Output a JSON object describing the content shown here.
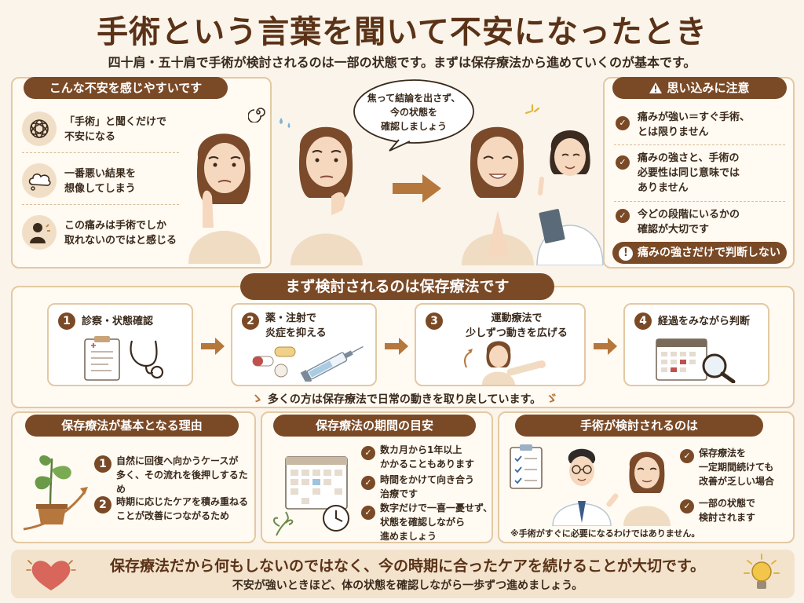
{
  "title": "手術という言葉を聞いて不安になったとき",
  "subtitle": "四十肩・五十肩で手術が検討されるのは一部の状態です。まずは保存療法から進めていくのが基本です。",
  "anxiety": {
    "header": "こんな不安を感じやすいです",
    "items": [
      {
        "text": "「手術」と聞くだけで\n不安になる",
        "icon": "tangle-icon"
      },
      {
        "text": "一番悪い結果を\n想像してしまう",
        "icon": "thought-cloud-icon"
      },
      {
        "text": "この痛みは手術でしか\n取れないのではと感じる",
        "icon": "person-pain-icon"
      }
    ]
  },
  "speech": "焦って結論を出さず、\n今の状態を\n確認しましょう",
  "caution": {
    "header": "思い込みに注意",
    "items": [
      "痛みが強い＝すぐ手術、\nとは限りません",
      "痛みの強さと、手術の\n必要性は同じ意味では\nありません",
      "今どの段階にいるかの\n確認が大切です"
    ],
    "footer": "痛みの強さだけで判断しない"
  },
  "conservative": {
    "header": "まず検討されるのは保存療法です",
    "steps": [
      {
        "num": "1",
        "label": "診察・状態確認"
      },
      {
        "num": "2",
        "label": "薬・注射で\n炎症を抑える"
      },
      {
        "num": "3",
        "label": "運動療法で\n少しずつ動きを広げる"
      },
      {
        "num": "4",
        "label": "経過をみながら判断"
      }
    ],
    "note": "多くの方は保存療法で日常の動きを取り戻しています。"
  },
  "reasons": {
    "header": "保存療法が基本となる理由",
    "items": [
      {
        "num": "1",
        "text": "自然に回復へ向かうケースが\n多く、その流れを後押しするため"
      },
      {
        "num": "2",
        "text": "時期に応じたケアを積み重ねる\nことが改善につながるため"
      }
    ]
  },
  "period": {
    "header": "保存療法の期間の目安",
    "items": [
      "数カ月から1年以上\nかかることもあります",
      "時間をかけて向き合う\n治療です",
      "数字だけで一喜一憂せず、\n状態を確認しながら\n進めましょう"
    ]
  },
  "surgery": {
    "header": "手術が検討されるのは",
    "items": [
      "保存療法を\n一定期間続けても\n改善が乏しい場合",
      "一部の状態で\n検討されます"
    ],
    "note": "※手術がすぐに必要になるわけではありません。"
  },
  "footer": {
    "main": "保存療法だから何もしないのではなく、今の時期に合ったケアを続けることが大切です。",
    "sub": "不安が強いときほど、体の状態を確認しながら一歩ずつ進めましょう。"
  },
  "colors": {
    "accent": "#7a4a27",
    "arrow": "#b5773c",
    "background": "#faf4ea",
    "border": "#e3c9a3"
  }
}
